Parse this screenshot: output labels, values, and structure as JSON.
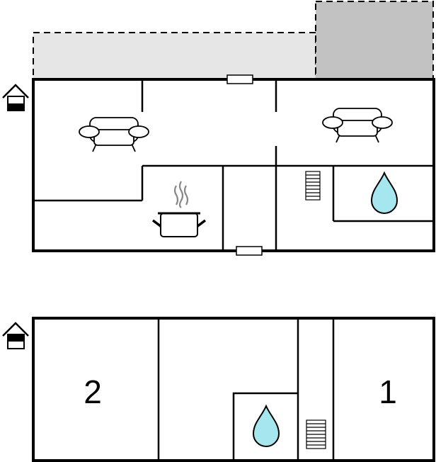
{
  "floor_plan": {
    "colors": {
      "walls": "#000000",
      "terrace": "#e6e6e6",
      "annex": "#c2c2c2",
      "water": "#a6e6ee",
      "background": "#ffffff"
    },
    "icons": {
      "floor_marker": "house-floor-icon",
      "sofa": "sofa-icon",
      "kitchen": "cooking-pot-icon",
      "bathroom": "water-drop-icon",
      "stairs": "stairs-icon",
      "window": "window-icon"
    },
    "upper_floor": {
      "floor_marker_level": "ground"
    },
    "lower_floor": {
      "floor_marker_level": "upper",
      "bedrooms": [
        {
          "number": "2"
        },
        {
          "number": "1"
        }
      ]
    }
  }
}
